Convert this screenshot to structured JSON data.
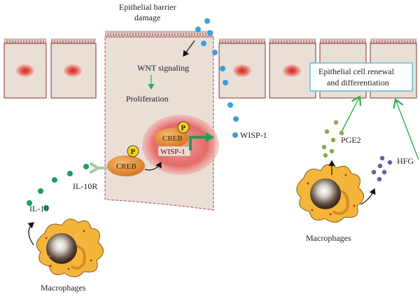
{
  "title_line1": "Epithelial barrier",
  "title_line2": "damage",
  "wnt_label": "WNT  signaling",
  "proliferation_label": "Proliferation",
  "creb_nucleus_label": "CREB",
  "wisp_nucleus_label": "WISP-1",
  "creb_cyto_label": "CREB",
  "phospho_label": "P",
  "wisp_secreted_label": "WISP-1",
  "il10r_label": "IL-10R",
  "il10_label": "IL-10",
  "macrophage_left_label": "Macrophages",
  "macrophage_right_label": "Macrophages",
  "pge2_label": "PGE2",
  "hfg_label": "HFG",
  "renewal_line1": "Epithelial cell renewal",
  "renewal_line2": "and differentiation",
  "colors": {
    "cell_fill": "#e9dfd6",
    "cell_stroke": "#8a2f2f",
    "nucleus_outer": "#f08080",
    "nucleus_inner": "#c0302a",
    "creb_fill": "#e8903a",
    "phospho_fill": "#f7d51c",
    "green_dot": "#1aa05a",
    "pge2_dot": "#8aaa4a",
    "hfg_dot": "#6a5aa0",
    "wisp_dot": "#3aa0e0",
    "macrophage_body": "#f4b63a",
    "renewal_box_stroke": "#5bbfd0",
    "arrow_green": "#2db050"
  }
}
